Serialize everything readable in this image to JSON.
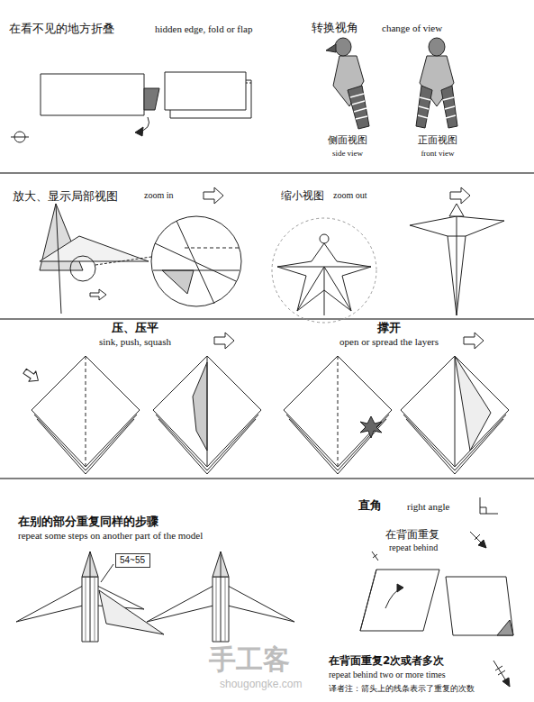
{
  "diagram": {
    "nodes": [
      {
        "text": [
          "54~55"
        ]
      }
    ],
    "labels": [
      "在看不见的地方折叠",
      "hidden edge, fold or flap",
      "转换视角",
      "change of view",
      "侧面视图",
      "side view",
      "正面视图",
      "front view",
      "放大、显示局部视图",
      "zoom in",
      "缩小视图",
      "zoom out",
      "压、压平",
      "sink, push, squash",
      "撑开",
      "open or spread the layers",
      "在别的部分重复同样的步骤",
      "repeat some steps on another part of the model",
      "直角",
      "right angle",
      "在背面重复",
      "repeat behind",
      "在背面重复2次或者多次",
      "repeat behind two or more times",
      "译者注：箭头上的线条表示了重复的次数",
      "手工客",
      "shougongke.com"
    ]
  }
}
